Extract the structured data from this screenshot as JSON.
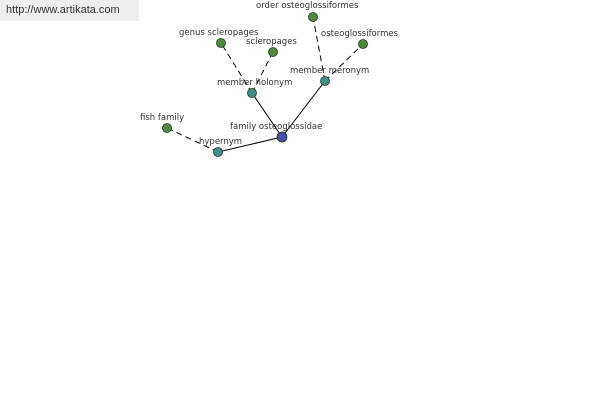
{
  "banner": {
    "url": "http://www.artikata.com"
  },
  "colors": {
    "center": "#4b4ea8",
    "relation": "#3f8f8a",
    "leaf": "#4f8a3a"
  },
  "graph": {
    "nodes": [
      {
        "id": "center",
        "label": "family osteoglossidae",
        "kind": "center"
      },
      {
        "id": "hypernym",
        "label": "hypernym",
        "kind": "relation"
      },
      {
        "id": "holonym",
        "label": "member holonym",
        "kind": "relation"
      },
      {
        "id": "meronym",
        "label": "member meronym",
        "kind": "relation"
      },
      {
        "id": "fish_family",
        "label": "fish family",
        "kind": "leaf"
      },
      {
        "id": "genus_scleropages",
        "label": "genus scleropages",
        "kind": "leaf"
      },
      {
        "id": "scleropages",
        "label": "scleropages",
        "kind": "leaf"
      },
      {
        "id": "order_osteoglossiformes",
        "label": "order osteoglossiformes",
        "kind": "leaf"
      },
      {
        "id": "osteoglossiformes",
        "label": "osteoglossiformes",
        "kind": "leaf"
      }
    ],
    "edges": [
      {
        "from": "center",
        "to": "hypernym",
        "style": "solid"
      },
      {
        "from": "center",
        "to": "holonym",
        "style": "solid"
      },
      {
        "from": "center",
        "to": "meronym",
        "style": "solid"
      },
      {
        "from": "hypernym",
        "to": "fish_family",
        "style": "dashed"
      },
      {
        "from": "holonym",
        "to": "genus_scleropages",
        "style": "dashed"
      },
      {
        "from": "holonym",
        "to": "scleropages",
        "style": "dashed"
      },
      {
        "from": "meronym",
        "to": "order_osteoglossiformes",
        "style": "dashed"
      },
      {
        "from": "meronym",
        "to": "osteoglossiformes",
        "style": "dashed"
      }
    ]
  }
}
